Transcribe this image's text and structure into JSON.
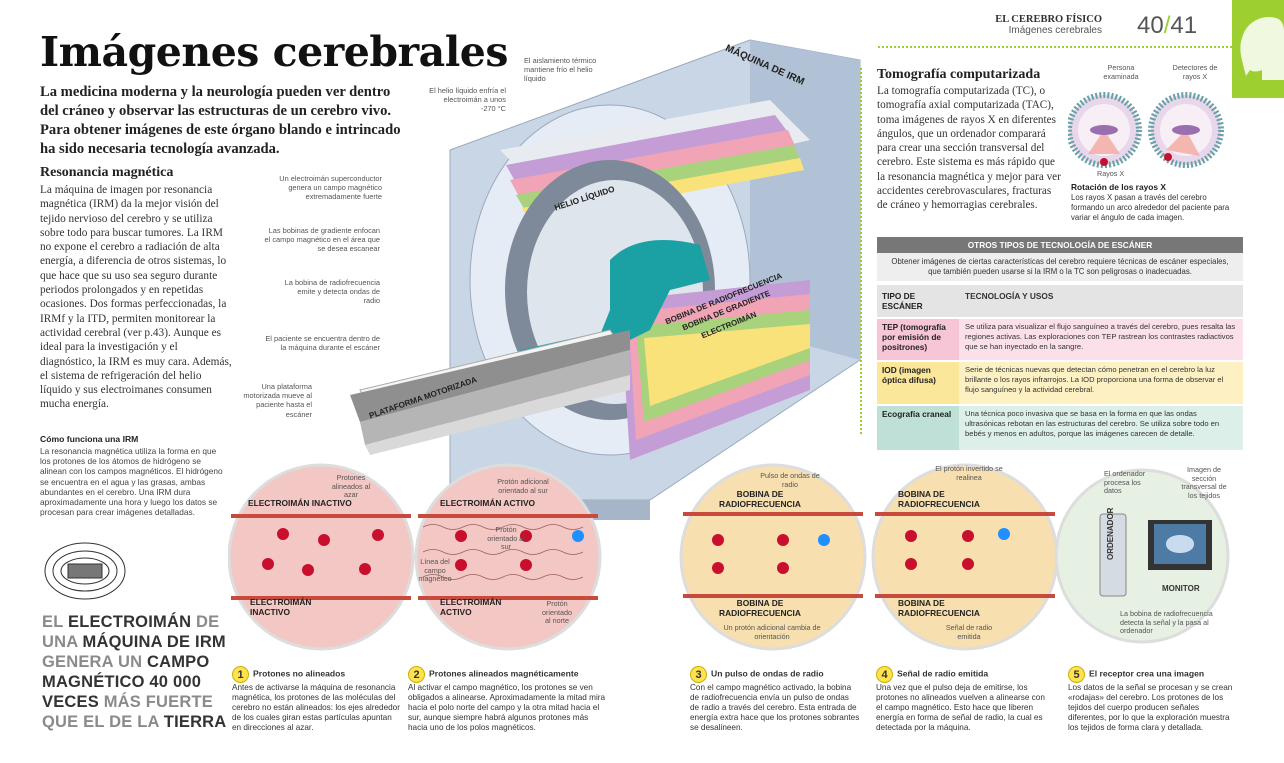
{
  "header": {
    "section": "EL CEREBRO FÍSICO",
    "subsection": "Imágenes cerebrales",
    "page_left": "40",
    "slash": "/",
    "page_right": "41"
  },
  "title": "Imágenes cerebrales",
  "intro": "La medicina moderna y la neurología pueden ver dentro del cráneo y observar las estructuras de un cerebro vivo. Para obtener imágenes de este órgano blando e intrincado ha sido necesaria tecnología avanzada.",
  "mri": {
    "heading": "Resonancia magnética",
    "text": "La máquina de imagen por resonancia magnética (IRM) da la mejor visión del tejido nervioso del cerebro y se utiliza sobre todo para buscar tumores. La IRM no expone el cerebro a radiación de alta energía, a diferencia de otros sistemas, lo que hace que su uso sea seguro durante periodos prolongados y en repetidas ocasiones. Dos formas perfeccionadas, la IRMf y la ITD, permiten monitorear la actividad cerebral (ver p.43). Aunque es ideal para la investigación y el diagnóstico, la IRM es muy cara. Además, el sistema de refrigeración del helio líquido y sus electroimanes consumen mucha energía."
  },
  "how": {
    "heading": "Cómo funciona una IRM",
    "text": "La resonancia magnética utiliza la forma en que los protones de los átomos de hidrógeno se alinean con los campos magnéticos. El hidrógeno se encuentra en el agua y las grasas, ambas abundantes en el cerebro. Una IRM dura aproximadamente una hora y luego los datos se procesan para crear imágenes detalladas."
  },
  "quote": {
    "p1": "EL ",
    "p2": "ELECTROIMÁN",
    "p3": " DE UNA ",
    "p4": "MÁQUINA DE IRM",
    "p5": " GENERA UN ",
    "p6": "CAMPO MAGNÉTICO 40 000 VECES",
    "p7": " MÁS FUERTE QUE EL DE LA ",
    "p8": "TIERRA"
  },
  "machine": {
    "label": "MÁQUINA DE IRM",
    "helium": "HELIO LÍQUIDO",
    "rf": "BOBINA DE RADIOFRECUENCIA",
    "gradient": "BOBINA DE GRADIENTE",
    "magnet": "ELECTROIMÁN",
    "platform": "PLATAFORMA MOTORIZADA",
    "ann_insulation": "El aislamiento térmico mantiene frío el helio líquido",
    "ann_helium": "El helio líquido enfría el electroimán a unos -270 °C",
    "ann_superconductor": "Un electroimán superconductor genera un campo magnético extremadamente fuerte",
    "ann_gradient": "Las bobinas de gradiente enfocan el campo magnético en el área que se desea escanear",
    "ann_rf": "La bobina de radiofrecuencia emite y detecta ondas de radio",
    "ann_patient": "El paciente se encuentra dentro de la máquina durante el escáner",
    "ann_platform": "Una plataforma motorizada mueve al paciente hasta el escáner"
  },
  "ct": {
    "heading": "Tomografía computarizada",
    "text": "La tomografía computarizada (TC), o tomografía axial computarizada (TAC), toma imágenes de rayos X en diferentes ángulos, que un ordenador comparará para crear una sección transversal del cerebro. Este sistema es más rápido que la resonancia magnética y mejor para ver accidentes cerebrovasculares, fracturas de cráneo y hemorragias cerebrales.",
    "lbl_person": "Persona examinada",
    "lbl_detectors": "Detectores de rayos X",
    "lbl_xrays": "Rayos X",
    "rot_title": "Rotación de los rayos X",
    "rot_text": "Los rayos X pasan a través del cerebro formando un arco alrededor del paciente para variar el ángulo de cada imagen."
  },
  "other": {
    "heading": "OTROS TIPOS DE TECNOLOGÍA DE ESCÁNER",
    "intro": "Obtener imágenes de ciertas características del cerebro requiere técnicas de escáner especiales, que también pueden usarse si la IRM o la TC son peligrosas o inadecuadas.",
    "col1": "TIPO DE ESCÁNER",
    "col2": "TECNOLOGÍA Y USOS",
    "rows": [
      {
        "type": "TEP (tomografía por emisión de positrones)",
        "use": "Se utiliza para visualizar el flujo sanguíneo a través del cerebro, pues resalta las regiones activas. Las exploraciones con TEP rastrean los contrastes radiactivos que se han inyectado en la sangre.",
        "color": "#f6c6d6"
      },
      {
        "type": "IOD (imagen óptica difusa)",
        "use": "Serie de técnicas nuevas que detectan cómo penetran en el cerebro la luz brillante o los rayos infrarrojos. La IOD proporciona una forma de observar el flujo sanguíneo y la actividad cerebral.",
        "color": "#fbe79a"
      },
      {
        "type": "Ecografía craneal",
        "use": "Una técnica poco invasiva que se basa en la forma en que las ondas ultrasónicas rebotan en las estructuras del cerebro. Se utiliza sobre todo en bebés y menos en adultos, porque las imágenes carecen de detalle.",
        "color": "#bfe0d6"
      }
    ]
  },
  "circles": {
    "c1_top": "ELECTROIMÁN INACTIVO",
    "c1_bottom": "ELECTROIMÁN INACTIVO",
    "c1_ann": "Protones alineados al azar",
    "c2_top": "ELECTROIMÁN ACTIVO",
    "c2_bottom": "ELECTROIMÁN ACTIVO",
    "c2_ann1": "Protón adicional orientado al sur",
    "c2_ann2": "Protón orientado al sur",
    "c2_ann3": "Línea del campo magnético",
    "c2_ann4": "Protón orientado al norte",
    "c3_top": "BOBINA DE RADIOFRECUENCIA",
    "c3_bottom": "BOBINA DE RADIOFRECUENCIA",
    "c3_ann1": "Pulso de ondas de radio",
    "c3_ann2": "Un protón adicional cambia de orientación",
    "c4_top": "BOBINA DE RADIOFRECUENCIA",
    "c4_bottom": "BOBINA DE RADIOFRECUENCIA",
    "c4_ann1": "El protón invertido se realinea",
    "c4_ann2": "Señal de radio emitida",
    "c5_ann1": "El ordenador procesa los datos",
    "c5_ann2": "Imagen de sección transversal de los tejidos",
    "c5_pc": "ORDENADOR",
    "c5_monitor": "MONITOR",
    "c5_ann3": "La bobina de radiofrecuencia detecta la señal y la pasa al ordenador"
  },
  "steps": [
    {
      "n": "1",
      "title": "Protones no alineados",
      "text": "Antes de activarse la máquina de resonancia magnética, los protones de las moléculas del cerebro no están alineados: los ejes alrededor de los cuales giran estas partículas apuntan en direcciones al azar."
    },
    {
      "n": "2",
      "title": "Protones alineados magnéticamente",
      "text": "Al activar el campo magnético, los protones se ven obligados a alinearse. Aproximadamente la mitad mira hacia el polo norte del campo y la otra mitad hacia el sur, aunque siempre habrá algunos protones más hacia uno de los polos magnéticos."
    },
    {
      "n": "3",
      "title": "Un pulso de ondas de radio",
      "text": "Con el campo magnético activado, la bobina de radiofrecuencia envía un pulso de ondas de radio a través del cerebro. Esta entrada de energía extra hace que los protones sobrantes se desalineen."
    },
    {
      "n": "4",
      "title": "Señal de radio emitida",
      "text": "Una vez que el pulso deja de emitirse, los protones no alineados vuelven a alinearse con el campo magnético. Esto hace que liberen energía en forma de señal de radio, la cual es detectada por la máquina."
    },
    {
      "n": "5",
      "title": "El receptor crea una imagen",
      "text": "Los datos de la señal se procesan y se crean «rodajas» del cerebro. Los protones de los tejidos del cuerpo producen señales diferentes, por lo que la exploración muestra los tejidos de forma clara y detallada."
    }
  ],
  "colors": {
    "accent": "#9ccf2f",
    "proton": "#c8102e",
    "extra": "#1e90ff",
    "arrow_green": "#2eaa4a"
  }
}
